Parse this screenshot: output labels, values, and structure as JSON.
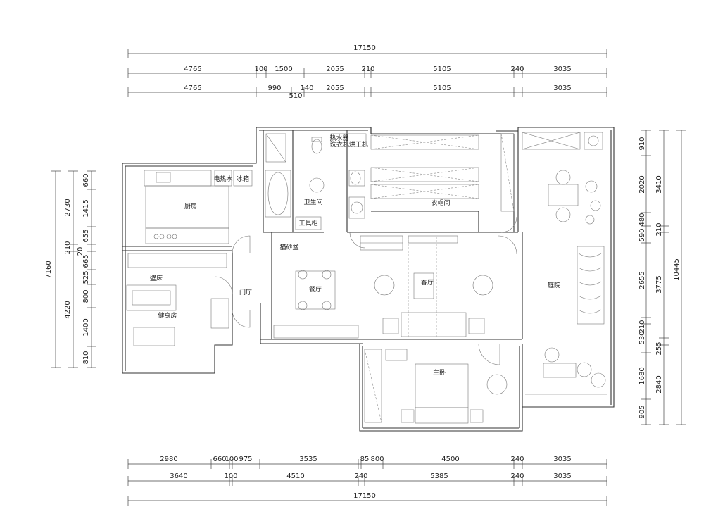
{
  "dimensions": {
    "top_total": "17150",
    "top_row1": [
      "4765",
      "100",
      "1500",
      "2055",
      "210",
      "5105",
      "240",
      "3035"
    ],
    "top_row2": [
      "4765",
      "990",
      "140",
      "2055",
      "5105",
      "3035"
    ],
    "top_row2_extra": "510",
    "bottom_total": "17150",
    "bottom_row1": [
      "2980",
      "660",
      "100",
      "975",
      "3535",
      "85",
      "800",
      "4500",
      "240",
      "3035"
    ],
    "bottom_row2": [
      "3640",
      "100",
      "4510",
      "240",
      "5385",
      "240",
      "3035"
    ],
    "left_outer": [
      "2730",
      "210",
      "4220"
    ],
    "left_total": "7160",
    "left_inner": [
      "660",
      "1415",
      "655",
      "20",
      "665",
      "525",
      "800",
      "1400",
      "810"
    ],
    "right_outer": [
      "3410",
      "210",
      "3775",
      "255",
      "2840"
    ],
    "right_total": "10445",
    "right_inner": [
      "910",
      "2020",
      "480",
      "590",
      "2655",
      "210",
      "530",
      "1680",
      "905"
    ]
  },
  "rooms": {
    "kitchen": "厨房",
    "bathroom": "卫生间",
    "closet": "衣帽间",
    "wall_bed": "壁床",
    "gym": "健身房",
    "litter": "猫砂盆",
    "dining": "餐厅",
    "living": "客厅",
    "entrance": "门厅",
    "master": "主卧",
    "courtyard": "庭院"
  },
  "labels": {
    "fridge": "冰箱",
    "water_heater": "电热水",
    "tool_cabinet": "工具柜",
    "heater_small": "热水器",
    "washer": "洗衣机烘干机"
  }
}
